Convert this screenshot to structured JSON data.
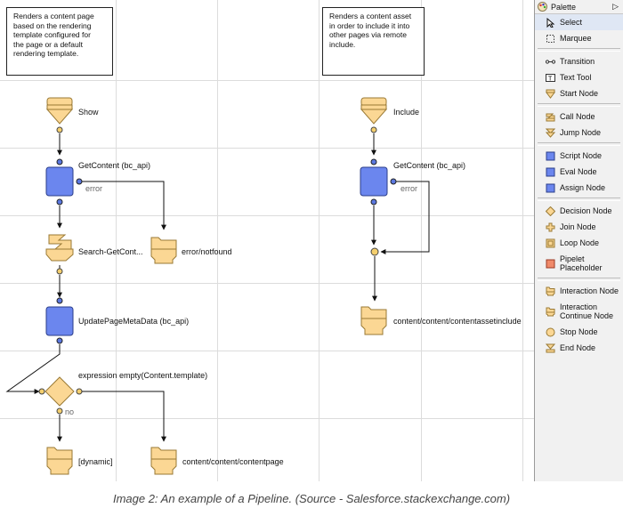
{
  "comments": {
    "left": "Renders a content page\nbased on the rendering\ntemplate configured for\nthe page or a default\nrendering template.",
    "right": "Renders a content asset\nin order to include it into\nother pages via remote\ninclude."
  },
  "left_flow": {
    "start": "Show",
    "getcontent": "GetContent (bc_api)",
    "error": "error",
    "search": "Search-GetCont...",
    "error_notfound": "error/notfound",
    "update": "UpdatePageMetaData (bc_api)",
    "decision": "expression empty(Content.template)",
    "no": "no",
    "dynamic": "[dynamic]",
    "contentpage": "content/content/contentpage"
  },
  "right_flow": {
    "start": "Include",
    "getcontent": "GetContent (bc_api)",
    "error": "error",
    "include": "content/content/contentassetinclude"
  },
  "palette": {
    "title": "Palette",
    "groups": [
      [
        {
          "label": "Select",
          "icon": "select-arrow-icon",
          "selected": true
        },
        {
          "label": "Marquee",
          "icon": "marquee-icon"
        }
      ],
      [
        {
          "label": "Transition",
          "icon": "transition-icon"
        },
        {
          "label": "Text Tool",
          "icon": "text-tool-icon"
        },
        {
          "label": "Start Node",
          "icon": "start-node-icon"
        }
      ],
      [
        {
          "label": "Call Node",
          "icon": "call-node-icon"
        },
        {
          "label": "Jump Node",
          "icon": "jump-node-icon"
        }
      ],
      [
        {
          "label": "Script Node",
          "icon": "script-node-icon"
        },
        {
          "label": "Eval Node",
          "icon": "eval-node-icon"
        },
        {
          "label": "Assign Node",
          "icon": "assign-node-icon"
        }
      ],
      [
        {
          "label": "Decision Node",
          "icon": "decision-node-icon"
        },
        {
          "label": "Join Node",
          "icon": "join-node-icon"
        },
        {
          "label": "Loop Node",
          "icon": "loop-node-icon"
        },
        {
          "label": "Pipelet\nPlaceholder",
          "icon": "pipelet-placeholder-icon",
          "tall": true
        }
      ],
      [
        {
          "label": "Interaction Node",
          "icon": "interaction-node-icon"
        },
        {
          "label": "Interaction\nContinue Node",
          "icon": "interaction-continue-node-icon",
          "tall": true
        },
        {
          "label": "Stop Node",
          "icon": "stop-node-icon"
        },
        {
          "label": "End Node",
          "icon": "end-node-icon"
        }
      ]
    ]
  },
  "caption": "Image 2: An example of a Pipeline. (Source - Salesforce.stackexchange.com)",
  "colors": {
    "node_fill": "#fbd794",
    "node_stroke": "#9a7a35",
    "script_fill": "#6b86ee",
    "script_stroke": "#2b3e8a",
    "grid": "#dcdcdc",
    "connector_blue": "#5b78e0",
    "connector_yellow": "#f4cf6e"
  }
}
